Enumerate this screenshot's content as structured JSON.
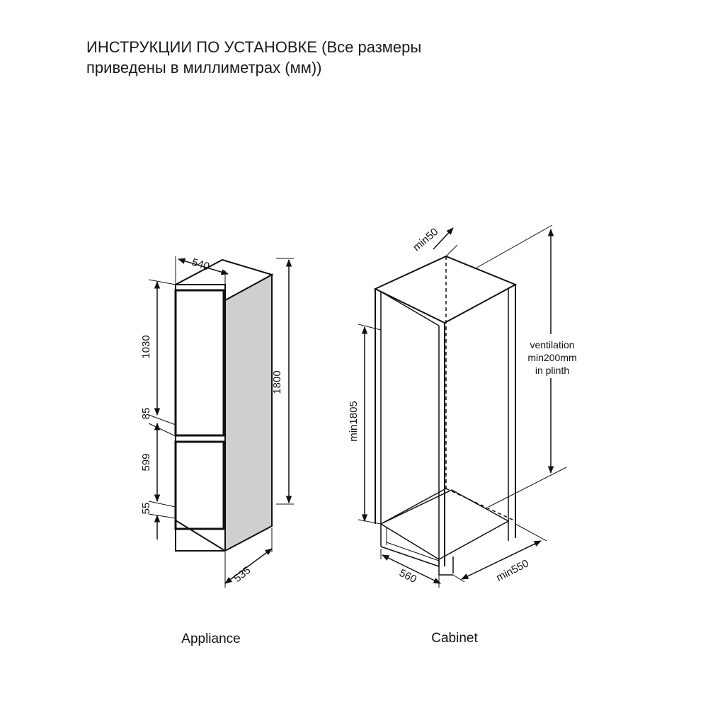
{
  "title": {
    "line1": "ИНСТРУКЦИИ ПО УСТАНОВКЕ (Все размеры",
    "line2": "приведены в миллиметрах (мм))"
  },
  "appliance": {
    "caption": "Appliance",
    "dims": {
      "width": "540",
      "upper_door": "1030",
      "gap": "85",
      "lower_door": "599",
      "bottom": "55",
      "height": "1800",
      "depth": "535"
    }
  },
  "cabinet": {
    "caption": "Cabinet",
    "dims": {
      "top_vent": "min50",
      "height": "min1805",
      "width": "560",
      "depth": "min550"
    },
    "ventilation_note": [
      "ventilation",
      "min200mm",
      "in plinth"
    ]
  }
}
